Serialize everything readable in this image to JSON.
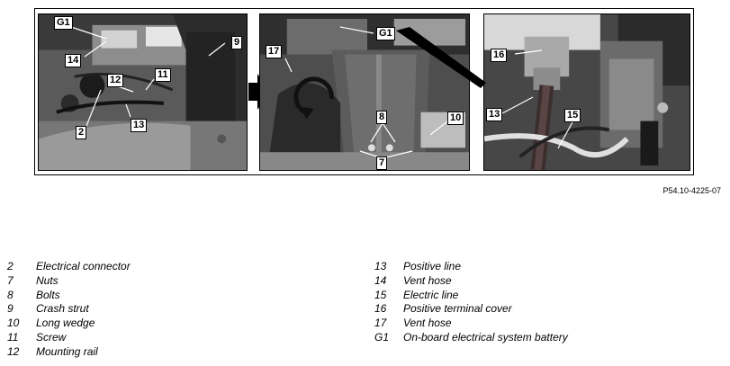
{
  "callouts": {
    "left": [
      "G1",
      "14",
      "12",
      "11",
      "9",
      "2",
      "13"
    ],
    "middle": [
      "17",
      "G1",
      "8",
      "10",
      "7"
    ],
    "right": [
      "16",
      "13",
      "15"
    ]
  },
  "figure_ref": "P54.10-4225-07",
  "legend": {
    "left": [
      {
        "num": "2",
        "text": "Electrical connector"
      },
      {
        "num": "7",
        "text": "Nuts"
      },
      {
        "num": "8",
        "text": "Bolts"
      },
      {
        "num": "9",
        "text": "Crash strut"
      },
      {
        "num": "10",
        "text": "Long wedge"
      },
      {
        "num": "11",
        "text": "Screw"
      },
      {
        "num": "12",
        "text": "Mounting rail"
      }
    ],
    "right": [
      {
        "num": "13",
        "text": "Positive line"
      },
      {
        "num": "14",
        "text": "Vent hose"
      },
      {
        "num": "15",
        "text": "Electric line"
      },
      {
        "num": "16",
        "text": "Positive terminal cover"
      },
      {
        "num": "17",
        "text": "Vent hose"
      },
      {
        "num": "G1",
        "text": "On-board electrical system battery"
      }
    ]
  }
}
